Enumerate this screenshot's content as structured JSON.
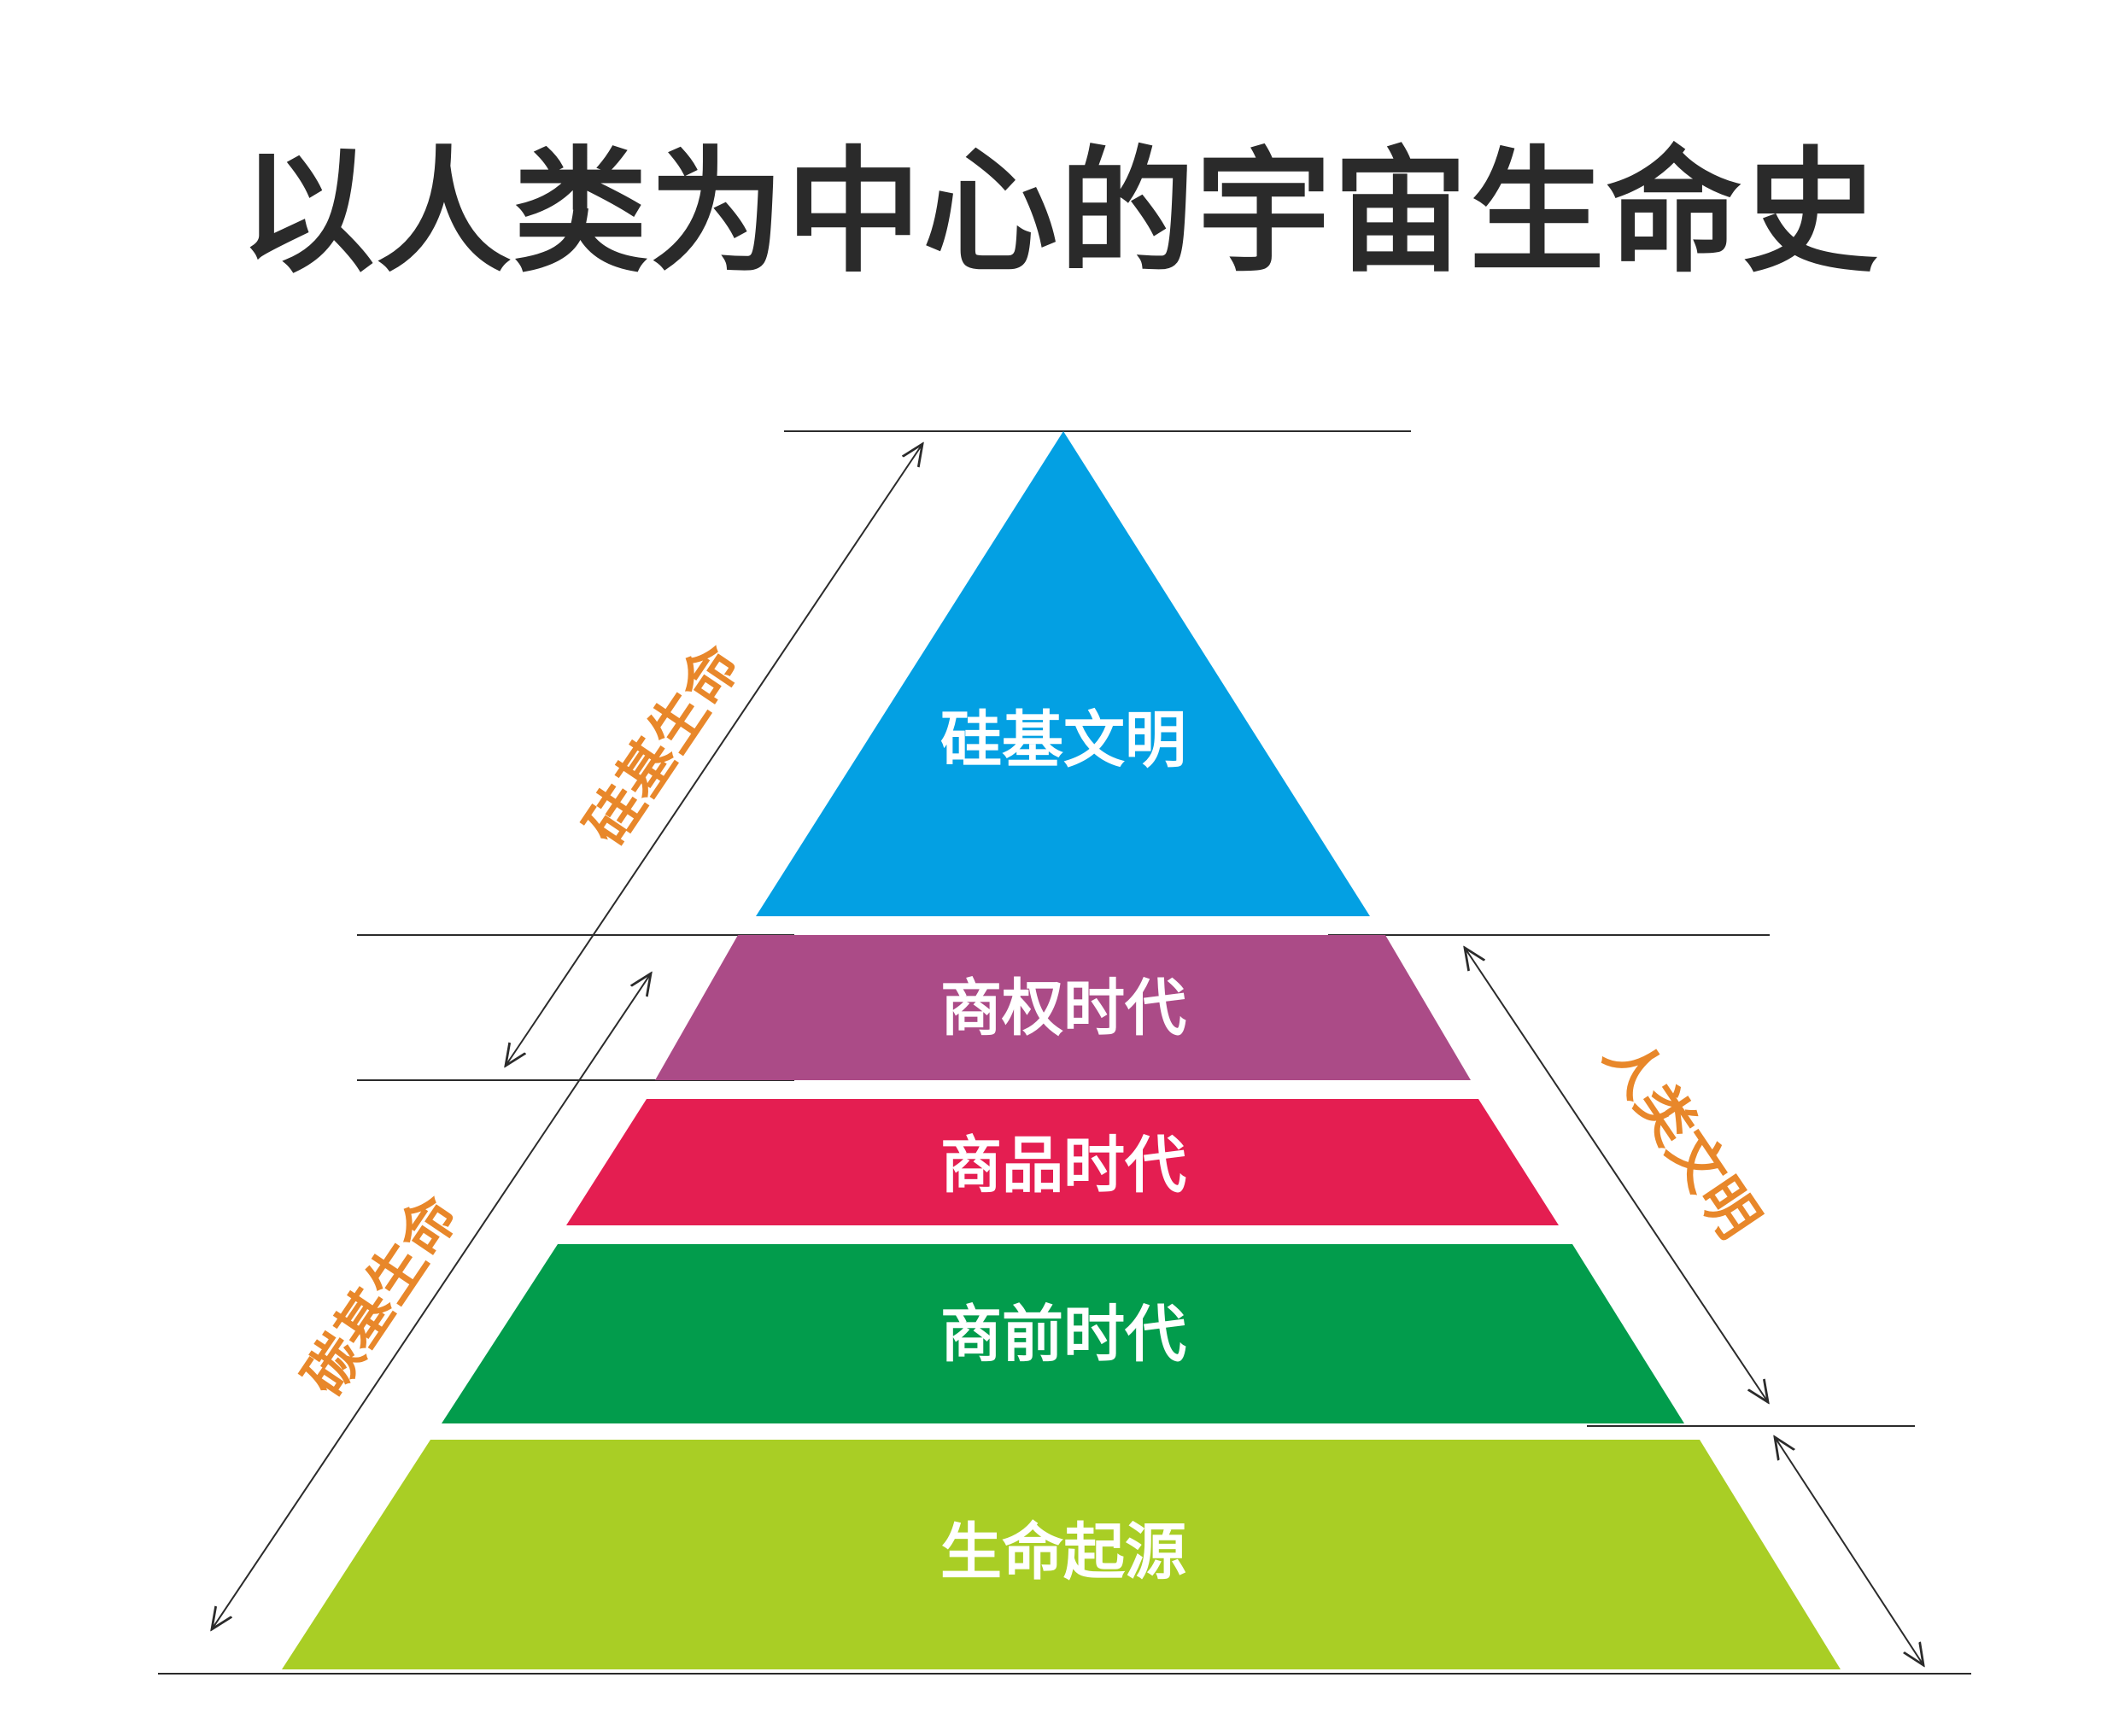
{
  "title": "以人类为中心的宇宙生命史",
  "layers": [
    {
      "label": "硅基文明",
      "color": "#03a0e3"
    },
    {
      "label": "商权时代",
      "color": "#ab4b87"
    },
    {
      "label": "商品时代",
      "color": "#e41e51"
    },
    {
      "label": "商前时代",
      "color": "#029c4c"
    },
    {
      "label": "生命起源",
      "color": "#a9ce25"
    }
  ],
  "side_labels": {
    "silicon": "硅基生命",
    "carbon": "碳基生命",
    "human": "人类文明"
  },
  "accent_color": "#e8872a"
}
